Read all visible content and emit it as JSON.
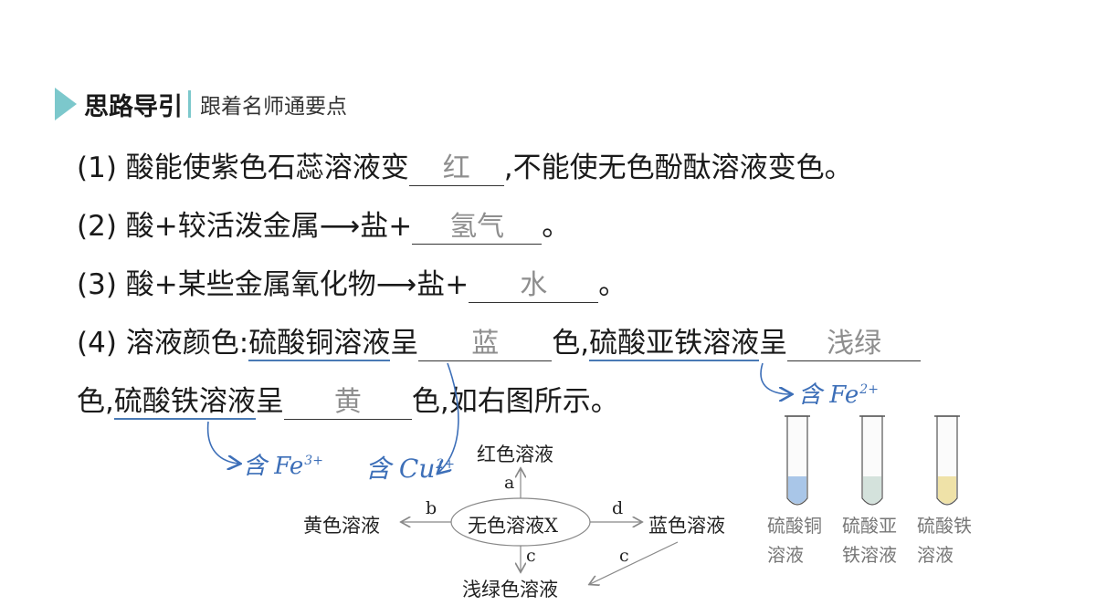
{
  "header": {
    "title": "思路导引",
    "subtitle": "跟着名师通要点"
  },
  "lines": {
    "l1": {
      "pre": "(1) 酸能使紫色石蕊溶液变",
      "ans": "红",
      "post": ",不能使无色酚酞溶液变色。"
    },
    "l2": {
      "pre": "(2) 酸+较活泼金属",
      "arrow": "⟶",
      "mid": "盐+",
      "ans": "氢气",
      "post": "。"
    },
    "l3": {
      "pre": "(3) 酸+某些金属氧化物",
      "arrow": "⟶",
      "mid": "盐+",
      "ans": "水",
      "post": "。"
    },
    "l4": {
      "pre": "(4) 溶液颜色:",
      "cuso4": "硫酸铜溶液",
      "cuso4_post": "呈",
      "ans1": "蓝",
      "mid": "色,",
      "feso4": "硫酸亚铁溶液",
      "feso4_post": "呈",
      "ans2": "浅绿"
    },
    "l5": {
      "pre": "色,",
      "fe2so43": "硫酸铁溶液",
      "fe2so43_post": "呈",
      "ans": "黄",
      "post": "色,如右图所示。"
    }
  },
  "notes": {
    "fe2": {
      "text": "含 Fe",
      "charge": "2+"
    },
    "fe3": {
      "text": "含 Fe",
      "charge": "3+"
    },
    "cu2": {
      "text": "含 Cu",
      "charge": "2+"
    }
  },
  "diagram": {
    "center": "无色溶液X",
    "top": "红色溶液",
    "left": "黄色溶液",
    "right": "蓝色溶液",
    "bottom": "浅绿色溶液",
    "labels": {
      "a": "a",
      "b": "b",
      "c1": "c",
      "d": "d",
      "c2": "c"
    }
  },
  "tubes": [
    {
      "line1": "硫酸铜",
      "line2": "溶液",
      "color": "#a9c6e8"
    },
    {
      "line1": "硫酸亚",
      "line2": "铁溶液",
      "color": "#d4e2dc"
    },
    {
      "line1": "硫酸铁",
      "line2": "溶液",
      "color": "#efe2a8"
    }
  ],
  "colors": {
    "accent": "#7cc8cc",
    "annotation": "#3d6fb8"
  }
}
